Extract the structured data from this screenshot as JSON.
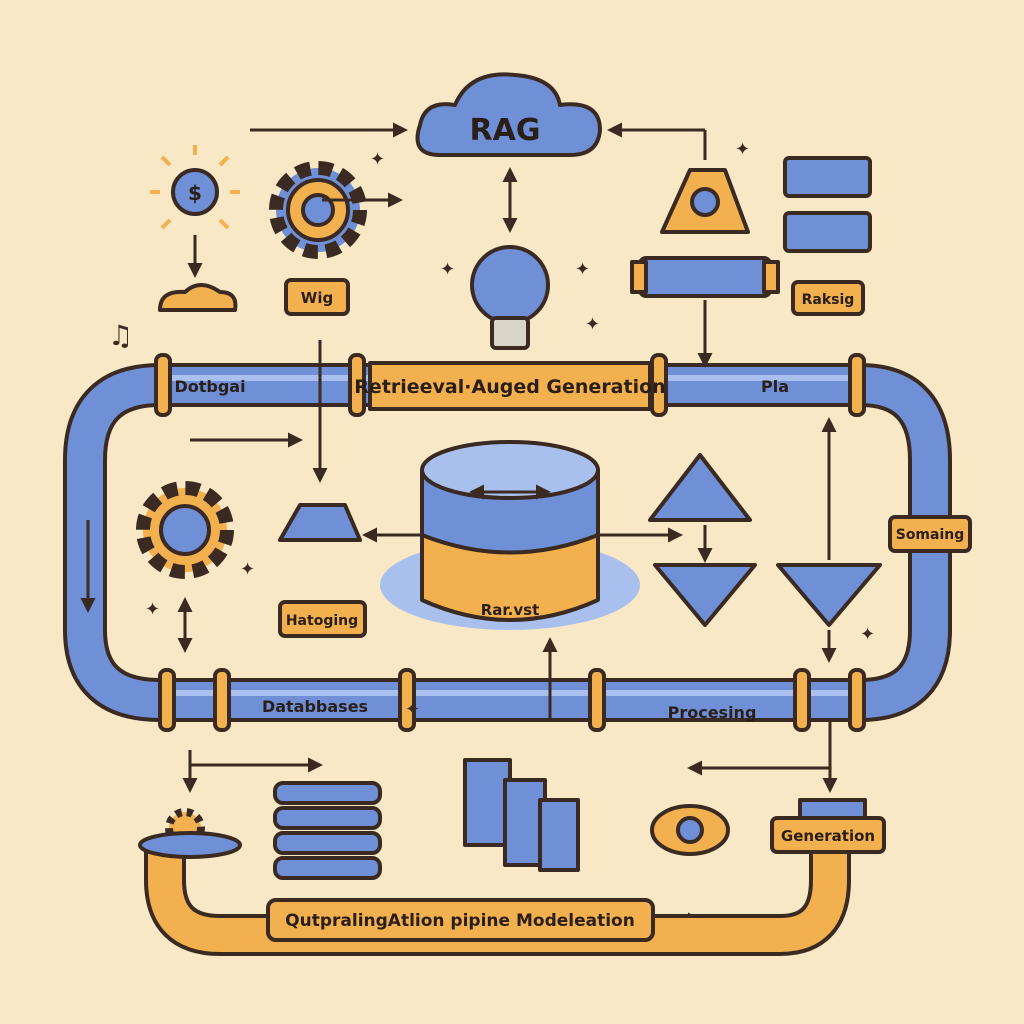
{
  "colors": {
    "background": "#f8e8c6",
    "pipe_blue": "#6f8fd6",
    "label_orange": "#f2b04e",
    "outline": "#3a2a22"
  },
  "title": "RAG",
  "labels": {
    "wig": "Wig",
    "raksig": "Raksig",
    "dotbgai": "Dotbgai",
    "main_pipe": "Retrieeval·Auged Generation",
    "pla": "Pla",
    "somaing": "Somaing",
    "hatoging": "Hatoging",
    "database_core": "Rar.vst",
    "databases": "Databbases",
    "processing": "Procesing",
    "generation": "Generation",
    "output_pipe": "QutpralingAtlion pipine Modeleation"
  },
  "icons": [
    "cloud-icon",
    "dollar-sun-icon",
    "gear-icon",
    "lightbulb-icon",
    "magnifier-icon",
    "server-icon",
    "database-icon",
    "funnel-icon",
    "triangle-icon",
    "eye-icon",
    "book-icon",
    "music-note-icon",
    "sparkle-icon"
  ]
}
